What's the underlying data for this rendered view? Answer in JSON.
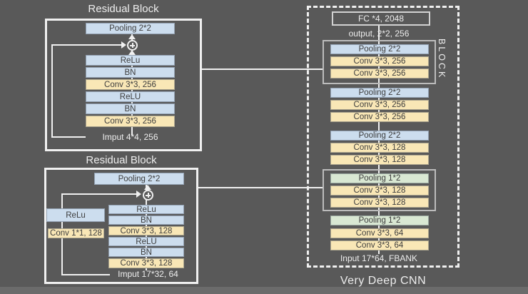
{
  "colors": {
    "background": "#595959",
    "bottom_band": "#6b6b6b",
    "line": "#f0f0f0",
    "white_text": "#ededed",
    "box_text": "#3d3d3d",
    "blue": "#ccddee",
    "yellow": "#f9e7b6",
    "green": "#d9e8d3",
    "group_border": "#bcbcbc",
    "fc_border": "#d2d2d2"
  },
  "top_block": {
    "title": "Residual Block",
    "layers": [
      "Pooling 2*2",
      "ReLu",
      "BN",
      "Conv 3*3, 256",
      "ReLU",
      "BN",
      "Conv 3*3, 256"
    ],
    "input_label": "Imput 4*4, 256"
  },
  "bottom_block": {
    "title": "Residual Block",
    "pooling": "Pooling 2*2",
    "main_layers": [
      "ReLu",
      "BN",
      "Conv 3*3, 128",
      "ReLU",
      "BN",
      "Conv 3*3, 128"
    ],
    "shortcut_layers": [
      "ReLu",
      "Conv 1*1, 128"
    ],
    "input_label": "Imput 17*32, 64"
  },
  "cnn": {
    "caption": "Very Deep CNN",
    "fc_label": "FC *4, 2048",
    "output_label": "output, 2*2, 256",
    "block_label": "BLOCK",
    "input_label": "Input 17*64, FBANK",
    "layers": [
      {
        "label": "Pooling 2*2",
        "color": "blue"
      },
      {
        "label": "Conv 3*3, 256",
        "color": "yellow"
      },
      {
        "label": "Conv 3*3, 256",
        "color": "yellow"
      },
      {
        "label": "Pooling 2*2",
        "color": "blue"
      },
      {
        "label": "Conv 3*3, 256",
        "color": "yellow"
      },
      {
        "label": "Conv 3*3, 256",
        "color": "yellow"
      },
      {
        "label": "Pooling 2*2",
        "color": "blue"
      },
      {
        "label": "Conv 3*3, 128",
        "color": "yellow"
      },
      {
        "label": "Conv 3*3, 128",
        "color": "yellow"
      },
      {
        "label": "Pooling 1*2",
        "color": "green"
      },
      {
        "label": "Conv 3*3, 128",
        "color": "yellow"
      },
      {
        "label": "Conv 3*3, 128",
        "color": "yellow"
      },
      {
        "label": "Pooling 1*2",
        "color": "green"
      },
      {
        "label": "Conv 3*3, 64",
        "color": "yellow"
      },
      {
        "label": "Conv 3*3, 64",
        "color": "yellow"
      }
    ]
  }
}
